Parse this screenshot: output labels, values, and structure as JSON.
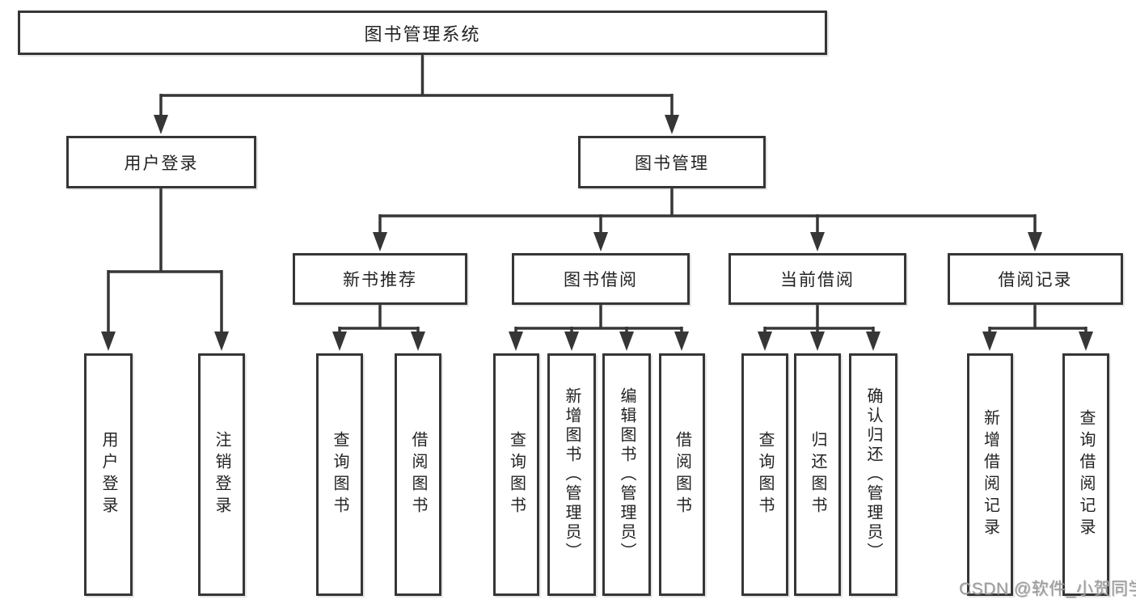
{
  "diagram": {
    "title": "图书管理系统",
    "nodes": {
      "root": "图书管理系统",
      "login": "用户登录",
      "mgmt": "图书管理",
      "newbook": "新书推荐",
      "borrow": "图书借阅",
      "current": "当前借阅",
      "records": "借阅记录",
      "login_children": [
        "用户登录",
        "注销登录"
      ],
      "newbook_children": [
        "查询图书",
        "借阅图书"
      ],
      "borrow_children": [
        "查询图书",
        "新增图书（管理员）",
        "编辑图书（管理员）",
        "借阅图书"
      ],
      "current_children": [
        "查询图书",
        "归还图书",
        "确认归还（管理员）"
      ],
      "records_children": [
        "新增借阅记录",
        "查询借阅记录"
      ]
    },
    "colors": {
      "line": "#363636",
      "text": "#232323",
      "background": "#ffffff",
      "watermark": "#9c9c9c"
    }
  },
  "watermark": {
    "text": "CSDN @软件_小贺同学"
  }
}
